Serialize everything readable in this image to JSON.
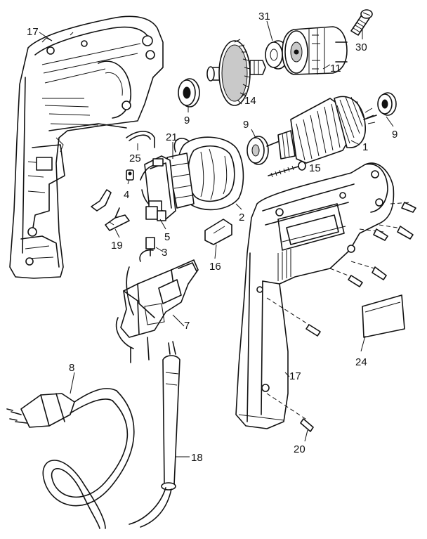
{
  "labels": {
    "l17a": "17",
    "l31": "31",
    "l30": "30",
    "l11": "11",
    "l14": "14",
    "l9a": "9",
    "l9b": "9",
    "l9c": "9",
    "l1": "1",
    "l21": "21",
    "l25": "25",
    "l15": "15",
    "l4": "4",
    "l2": "2",
    "l19": "19",
    "l5": "5",
    "l3": "3",
    "l16": "16",
    "l7": "7",
    "l17b": "17",
    "l24": "24",
    "l8": "8",
    "l18": "18",
    "l20": "20"
  }
}
